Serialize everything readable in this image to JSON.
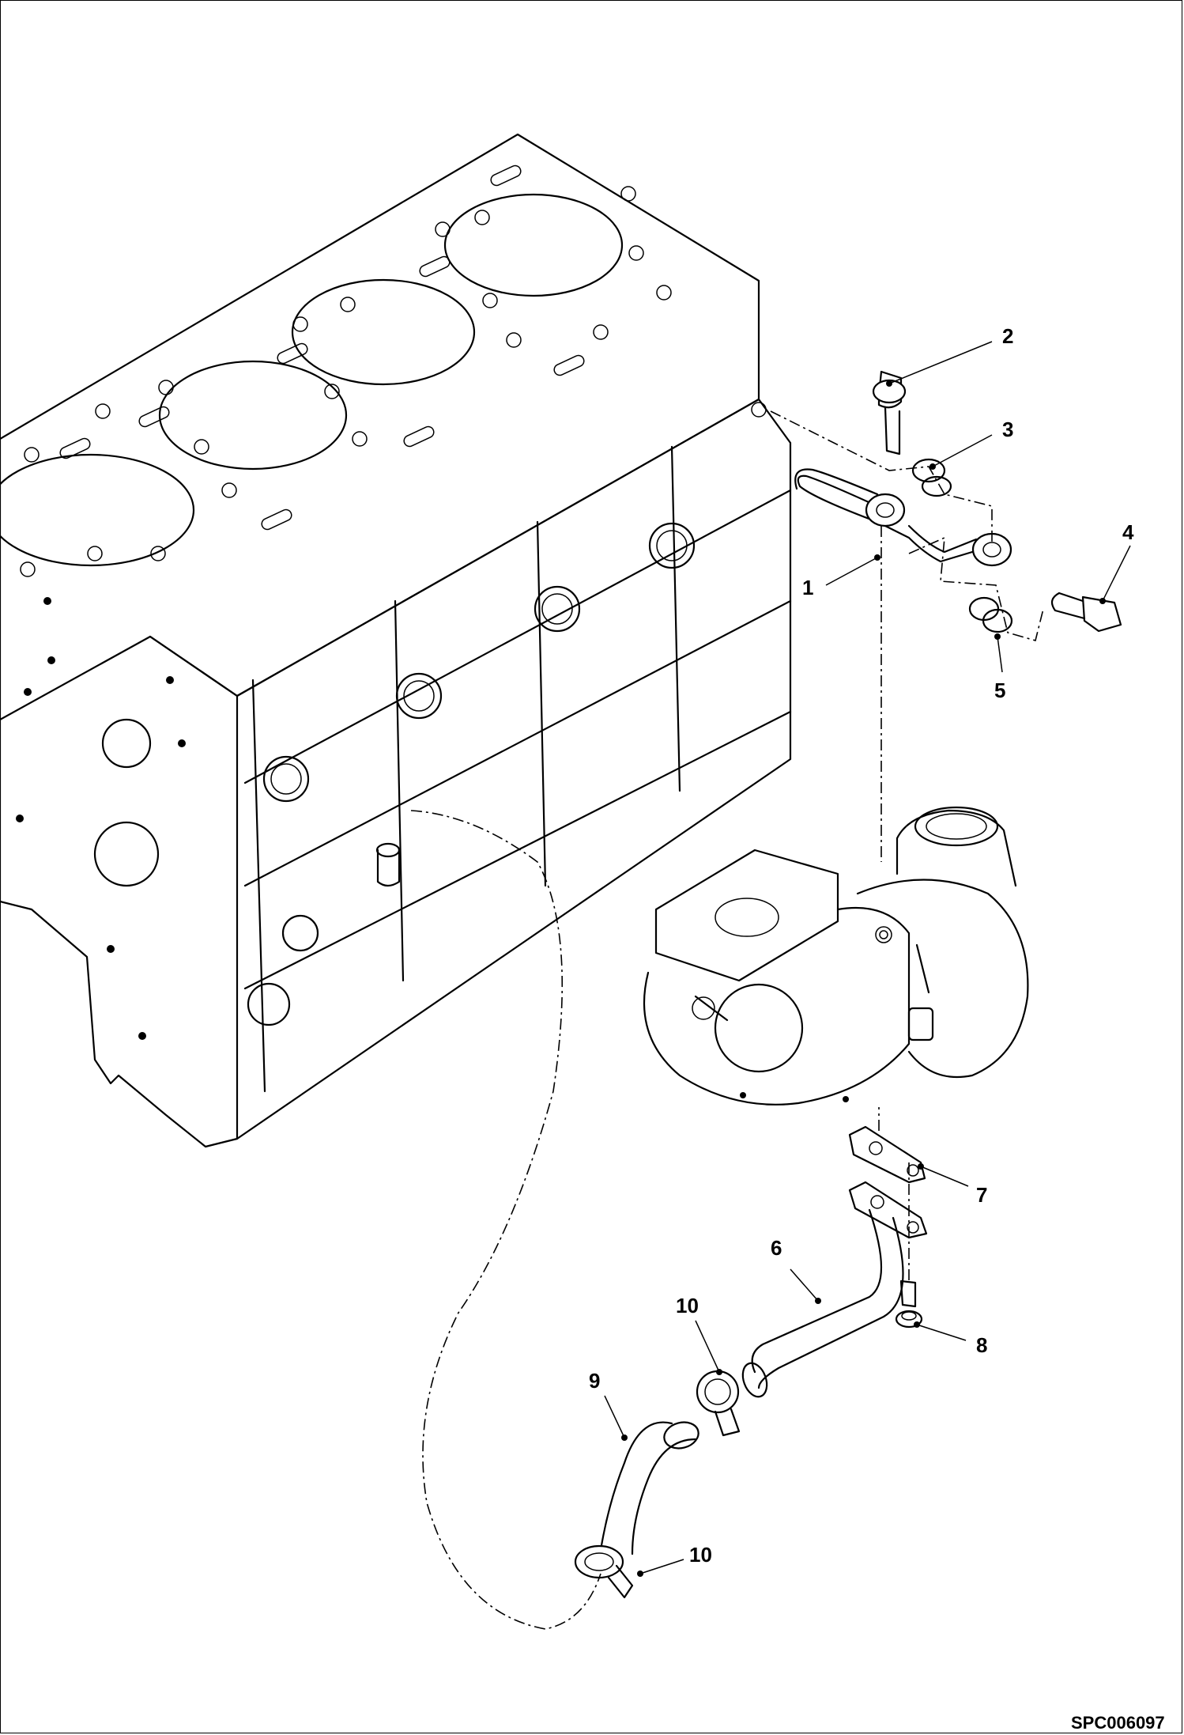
{
  "callouts": [
    {
      "id": "c1",
      "label": "1",
      "part": "oil-feed-pipe"
    },
    {
      "id": "c2",
      "label": "2",
      "part": "banjo-bolt-upper"
    },
    {
      "id": "c3",
      "label": "3",
      "part": "sealing-washers-upper"
    },
    {
      "id": "c4",
      "label": "4",
      "part": "banjo-bolt-lower"
    },
    {
      "id": "c5",
      "label": "5",
      "part": "sealing-washers-lower"
    },
    {
      "id": "c6",
      "label": "6",
      "part": "oil-return-pipe"
    },
    {
      "id": "c7",
      "label": "7",
      "part": "flange-gasket"
    },
    {
      "id": "c8",
      "label": "8",
      "part": "flange-bolt"
    },
    {
      "id": "c9",
      "label": "9",
      "part": "return-hose"
    },
    {
      "id": "c10a",
      "label": "10",
      "part": "hose-clamp-upper"
    },
    {
      "id": "c10b",
      "label": "10",
      "part": "hose-clamp-lower"
    }
  ],
  "reference_code": "SPC006097"
}
